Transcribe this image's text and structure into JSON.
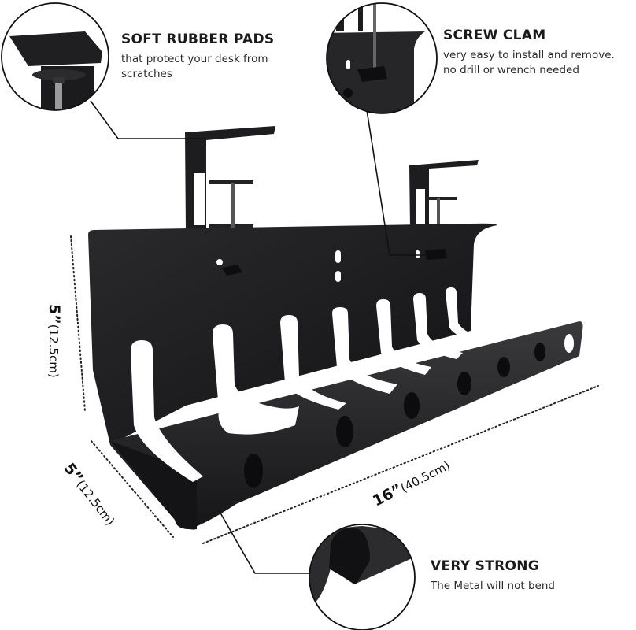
{
  "features": {
    "pads": {
      "title": "SOFT RUBBER PADS",
      "description": "that protect your desk from scratches",
      "icon": "desk-clamp-pad-closeup"
    },
    "clamp": {
      "title": "SCREW CLAM",
      "description_line1": "very easy to install and remove.",
      "description_line2": "no drill or wrench needed",
      "icon": "screw-clamp-closeup"
    },
    "strong": {
      "title": "VERY STRONG",
      "description": "The Metal will not bend",
      "icon": "metal-edge-closeup"
    }
  },
  "dimensions": {
    "height": {
      "value": "5”",
      "metric": "(12.5cm)"
    },
    "depth": {
      "value": "5”",
      "metric": "(12.5cm)"
    },
    "length": {
      "value": "16”",
      "metric": "(40.5cm)"
    }
  },
  "colors": {
    "product": "#1c1c1e",
    "product_highlight": "#3a3a3c",
    "background": "#ffffff",
    "text": "#1a1a1a"
  }
}
